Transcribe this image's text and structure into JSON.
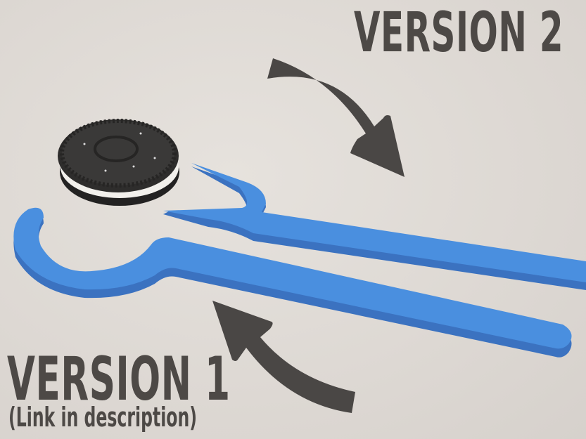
{
  "labels": {
    "version2": "VERSION 2",
    "version1": "VERSION 1",
    "version1_note": "(Link in description)"
  },
  "objects": {
    "cookie": "oreo-cookie",
    "tool_v2": "forked blue stick",
    "tool_v1": "hooked blue stick"
  },
  "colors": {
    "background": "#ded9d4",
    "text": "#4d4946",
    "arrow": "#4a4745",
    "tool": "#4a8fdf",
    "tool_edge": "#3b72c0",
    "cookie": "#2e2d2c",
    "cream": "#f2f0ec"
  }
}
